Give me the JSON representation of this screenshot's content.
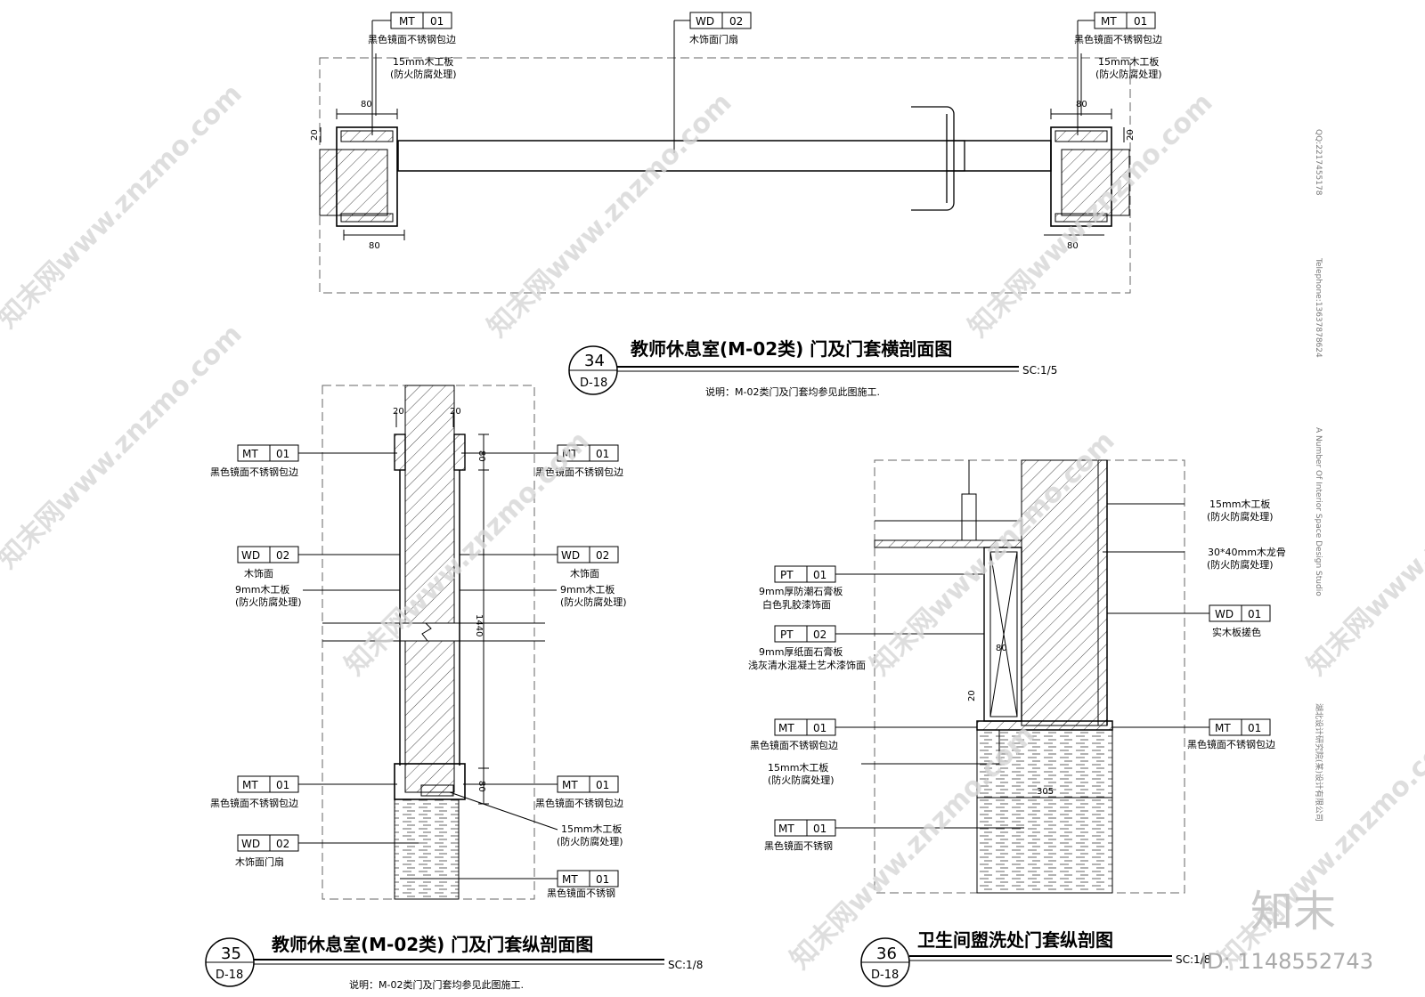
{
  "drawings": {
    "d34": {
      "number": "34",
      "ref": "D-18",
      "title": "教师休息室(M-02类) 门及门套横剖面图",
      "scale": "SC:1/5",
      "remark": "说明：M-02类门及门套均参见此图施工."
    },
    "d35": {
      "number": "35",
      "ref": "D-18",
      "title": "教师休息室(M-02类) 门及门套纵剖面图",
      "scale": "SC:1/8",
      "remark": "说明：M-02类门及门套均参见此图施工."
    },
    "d36": {
      "number": "36",
      "ref": "D-18",
      "title": "卫生间盥洗处门套纵剖图",
      "scale": "SC:1/8"
    }
  },
  "tags": {
    "mt01": {
      "code": "MT",
      "num": "01"
    },
    "wd02": {
      "code": "WD",
      "num": "02"
    },
    "wd01": {
      "code": "WD",
      "num": "01"
    },
    "pt01": {
      "code": "PT",
      "num": "01"
    },
    "pt02": {
      "code": "PT",
      "num": "02"
    }
  },
  "notes": {
    "black_mirror_ss_edge": "黑色镜面不锈钢包边",
    "wood_door_leaf": "木饰面门扇",
    "wood_panel_15": "15mm木工板",
    "fire_rot_treat": "(防火防腐处理)",
    "wood_panel_9": "9mm木工板",
    "wood_finish": "木饰面",
    "black_mirror_ss": "黑色镜面不锈钢",
    "wood_keel": "30*40mm木龙骨",
    "solid_wood_skirting": "实木板搓色",
    "gypsum_9_moist": "9mm厚防潮石膏板",
    "white_latex": "白色乳胶漆饰面",
    "gypsum_9_paper": "9mm厚纸面石膏板",
    "concrete_art_paint": "浅灰清水混凝土艺术漆饰面"
  },
  "dims": {
    "d80": "80",
    "d20": "20",
    "d1440": "1440",
    "d305": "305"
  },
  "side_text": {
    "qq": "QQ:2217455178",
    "tel": "Telephone:13637878624",
    "studio": "A Number Of Interior Space Design Studio",
    "company": "湖北设计研究院(某)设计有限公司"
  },
  "watermark": {
    "site": "知末网www.znzmo.com",
    "brand": "知末",
    "id": "ID: 1148552743"
  }
}
